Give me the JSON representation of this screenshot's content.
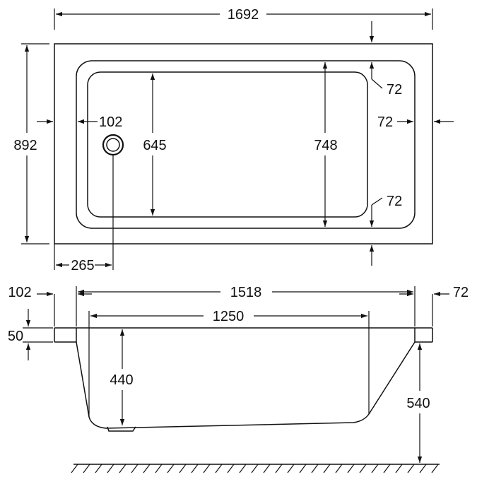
{
  "top_view": {
    "overall_length": "1692",
    "overall_width": "892",
    "inner_length": "748",
    "inner_width": "645",
    "waste_offset": "102",
    "waste_from_end": "265",
    "rim_top": "72",
    "rim_side": "72",
    "rim_bottom": "72"
  },
  "side_view": {
    "rim_left": "102",
    "rim_right": "72",
    "top_length": "1518",
    "bottom_length": "1250",
    "rim_thickness": "50",
    "inner_depth": "440",
    "overall_height": "540"
  }
}
